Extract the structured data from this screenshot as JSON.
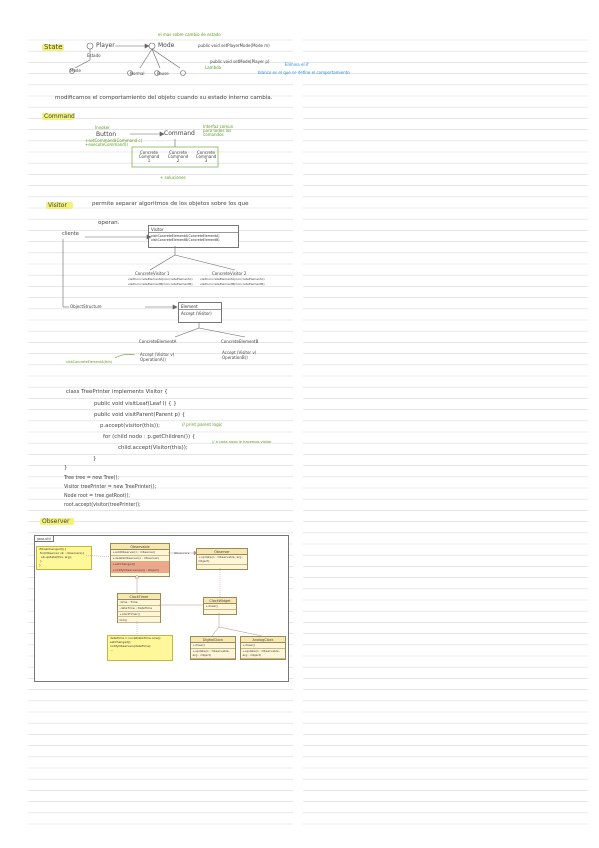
{
  "state": {
    "title": "State",
    "player": "Player",
    "estado": "Estado",
    "mode": "Mode",
    "method": "public void setPlayerMode(Mode m)",
    "method2": "public void setMode(Player p)",
    "concrete": [
      "Mode",
      "Normal",
      "Pause"
    ],
    "note_top": "el mas sobre cambio de estado",
    "note_side": "Elimina el if",
    "note_blue": "blanco es el que se define el comportamiento",
    "green_note": "Lambda",
    "sentence": "modificamos el comportamiento del objeto cuando su estado interno cambia."
  },
  "command": {
    "title": "Command",
    "button": "Button",
    "command": "Command",
    "green_top": "Invoker",
    "green_right": "Interfaz comun para todos los comandos",
    "green_bottom": "+ soluciones",
    "methods": "+setCommand(Command c)\n+executeCommand()",
    "concretes": [
      "Concrete Command 1",
      "Concrete Command 2",
      "Concrete Command 3"
    ]
  },
  "visitor": {
    "title": "Visitor",
    "desc": "permite separar algoritmos de los objetos sobre los que",
    "desc2": "operan.",
    "cliente": "cliente",
    "visitor_box": "Visitor",
    "visit_a": "visitConcreteElementA(ConcreteElementA)",
    "visit_b": "visitConcreteElementB(ConcreteElementB)",
    "cv1": "ConcreteVisitor 1",
    "cv2": "ConcreteVisitor 2",
    "objstructure": "ObjectStructure",
    "element": "Element",
    "accept": "Accept (Visitor)",
    "cea": "ConcreteElementA",
    "ceb": "ConcreteElementB",
    "ops_a": "Accept (Visitor v)\nOperationA()",
    "ops_b": "Accept (Visitor v)\nOperationB()",
    "green_left": "visitConcreteElementA(this)"
  },
  "code": {
    "lines": [
      "class TreePrinter implements Visitor {",
      "public void visitLeaf(Leaf l) { }",
      "public void visitParent(Parent p) {",
      "p.accept(visitor(this));",
      "for (child nodo : p.getChildren()) {",
      "child.accept(Visitor(this));",
      "}",
      "}",
      "Tree tree = new Tree();",
      "Visitor treePrinter = new TreePrinter();",
      "Node root = tree.getRoot();",
      "root.accept(visitor(treePrinter));"
    ],
    "green1": "// print parent logic",
    "green2": "// a cada nodo le hacemos visitor"
  },
  "observer": {
    "title": "Observer",
    "pkg": "java.util",
    "note1": "if(hasChanged()){\n for(Observer ob : observers){\n  ob.update(this, arg);\n }\n}",
    "observable": "Observable",
    "observable_rows": [
      "+addObserver(o : Observer)",
      "+deleteObserver(o : Observer)",
      "+setChanged()",
      "+notifyObservers(arg : Object)"
    ],
    "observer_box": "Observer",
    "observer_rows": [
      "+update(o : Observable, arg : Object)"
    ],
    "observers_label": "Observers",
    "clock": "ClockTimer",
    "clock_rows": [
      "-time : Time",
      "-dateTime : DateTime",
      "+startTimer()",
      "tick()"
    ],
    "note2": "dateTime = LocalDateTime.now();\nsetChanged();\nnotifyObservers(dateTime);\n...",
    "clockwidget": "ClockWidget",
    "clockwidget_rows": [
      "+draw()"
    ],
    "digital": "DigitalClock",
    "analog": "AnalogClock",
    "clock_sub_rows": [
      "+draw()",
      "+update(o : Observable, arg : Object)"
    ]
  }
}
